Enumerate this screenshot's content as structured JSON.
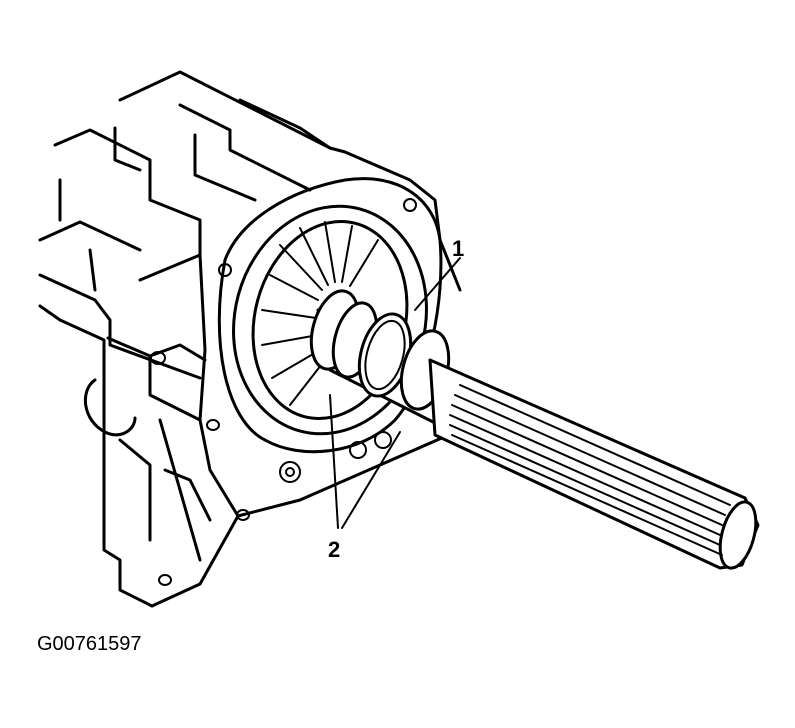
{
  "figure": {
    "callouts": [
      {
        "id": "1",
        "label": "1"
      },
      {
        "id": "2",
        "label": "2"
      }
    ],
    "figure_id": "G00761597"
  },
  "colors": {
    "ink": "#000000",
    "paper": "#ffffff"
  }
}
